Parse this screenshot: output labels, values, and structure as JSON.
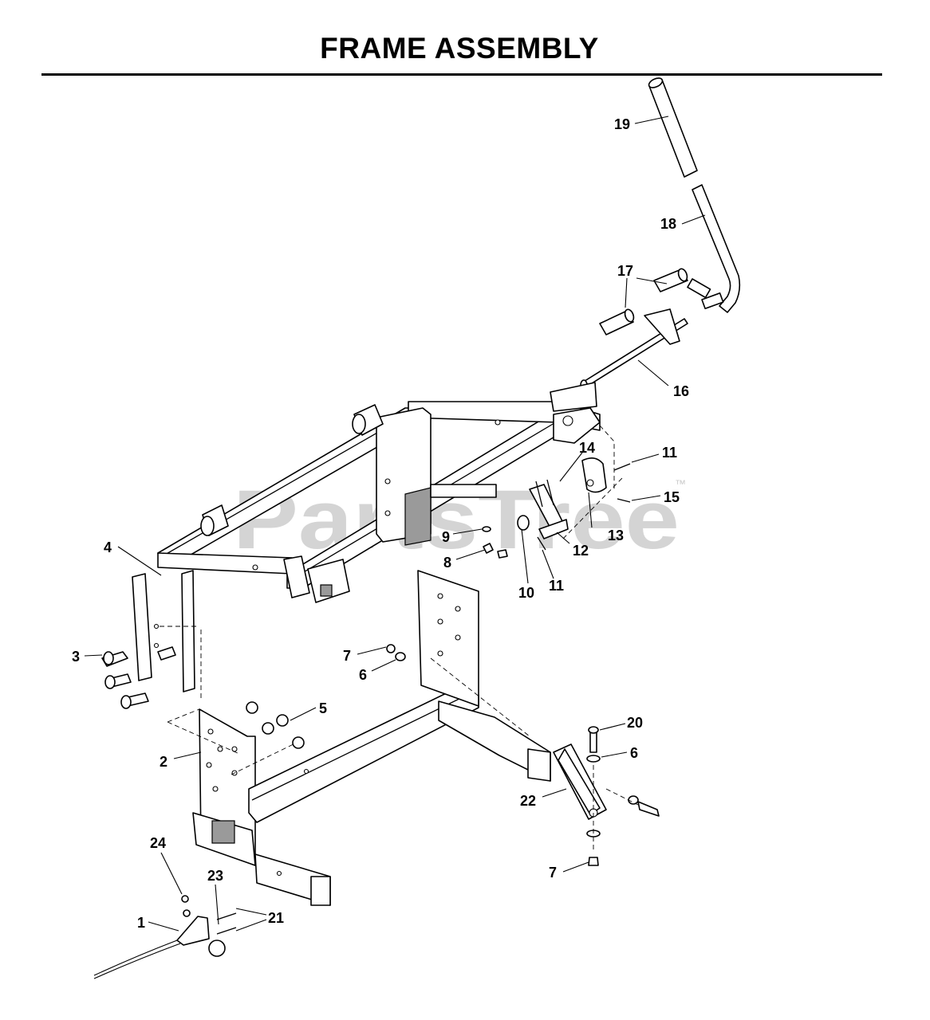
{
  "title": "FRAME ASSEMBLY",
  "watermark": "PartsTree",
  "trademark": "™",
  "callouts": {
    "c1": "1",
    "c2": "2",
    "c3": "3",
    "c4": "4",
    "c5": "5",
    "c6a": "6",
    "c6b": "6",
    "c7a": "7",
    "c7b": "7",
    "c8": "8",
    "c9": "9",
    "c10": "10",
    "c11a": "11",
    "c11b": "11",
    "c12": "12",
    "c13": "13",
    "c14": "14",
    "c15": "15",
    "c16": "16",
    "c17": "17",
    "c18": "18",
    "c19": "19",
    "c20": "20",
    "c21": "21",
    "c22": "22",
    "c23": "23",
    "c24": "24"
  }
}
